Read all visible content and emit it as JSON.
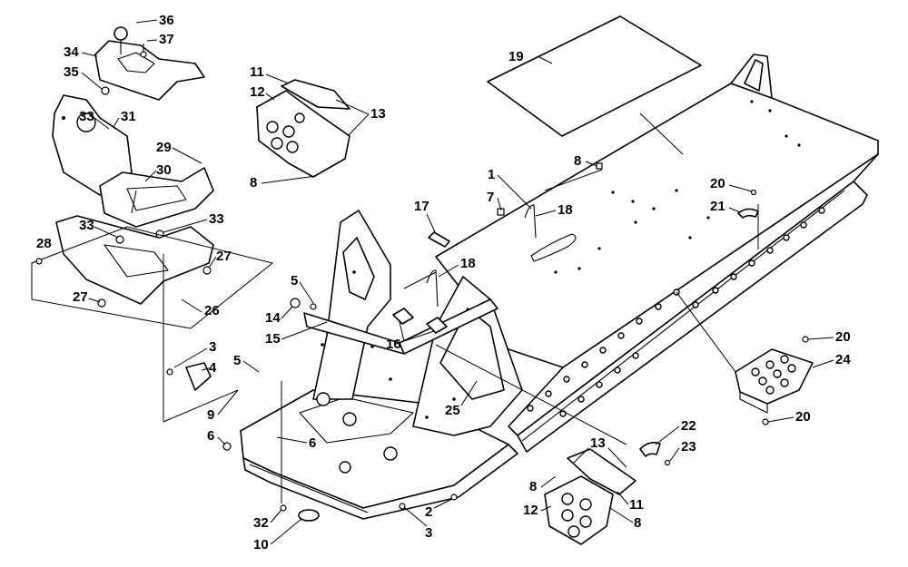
{
  "callouts": [
    {
      "id": "c36",
      "num": "36"
    },
    {
      "id": "c37",
      "num": "37"
    },
    {
      "id": "c34",
      "num": "34"
    },
    {
      "id": "c35",
      "num": "35"
    },
    {
      "id": "c33a",
      "num": "33"
    },
    {
      "id": "c31",
      "num": "31"
    },
    {
      "id": "c29",
      "num": "29"
    },
    {
      "id": "c30",
      "num": "30"
    },
    {
      "id": "c33b",
      "num": "33"
    },
    {
      "id": "c33c",
      "num": "33"
    },
    {
      "id": "c28",
      "num": "28"
    },
    {
      "id": "c27a",
      "num": "27"
    },
    {
      "id": "c27b",
      "num": "27"
    },
    {
      "id": "c26",
      "num": "26"
    },
    {
      "id": "c11a",
      "num": "11"
    },
    {
      "id": "c12a",
      "num": "12"
    },
    {
      "id": "c13a",
      "num": "13"
    },
    {
      "id": "c8a",
      "num": "8"
    },
    {
      "id": "c19",
      "num": "19"
    },
    {
      "id": "c1",
      "num": "1"
    },
    {
      "id": "c8b",
      "num": "8"
    },
    {
      "id": "c7",
      "num": "7"
    },
    {
      "id": "c18a",
      "num": "18"
    },
    {
      "id": "c17",
      "num": "17"
    },
    {
      "id": "c20a",
      "num": "20"
    },
    {
      "id": "c21",
      "num": "21"
    },
    {
      "id": "c5a",
      "num": "5"
    },
    {
      "id": "c18b",
      "num": "18"
    },
    {
      "id": "c14",
      "num": "14"
    },
    {
      "id": "c15",
      "num": "15"
    },
    {
      "id": "c16",
      "num": "16"
    },
    {
      "id": "c3a",
      "num": "3"
    },
    {
      "id": "c4",
      "num": "4"
    },
    {
      "id": "c5b",
      "num": "5"
    },
    {
      "id": "c9",
      "num": "9"
    },
    {
      "id": "c6a",
      "num": "6"
    },
    {
      "id": "c6b",
      "num": "6"
    },
    {
      "id": "c25",
      "num": "25"
    },
    {
      "id": "c20b",
      "num": "20"
    },
    {
      "id": "c24",
      "num": "24"
    },
    {
      "id": "c20c",
      "num": "20"
    },
    {
      "id": "c22",
      "num": "22"
    },
    {
      "id": "c23",
      "num": "23"
    },
    {
      "id": "c13b",
      "num": "13"
    },
    {
      "id": "c8c",
      "num": "8"
    },
    {
      "id": "c11b",
      "num": "11"
    },
    {
      "id": "c12b",
      "num": "12"
    },
    {
      "id": "c8d",
      "num": "8"
    },
    {
      "id": "c2",
      "num": "2"
    },
    {
      "id": "c3b",
      "num": "3"
    },
    {
      "id": "c32",
      "num": "32"
    },
    {
      "id": "c10",
      "num": "10"
    }
  ]
}
